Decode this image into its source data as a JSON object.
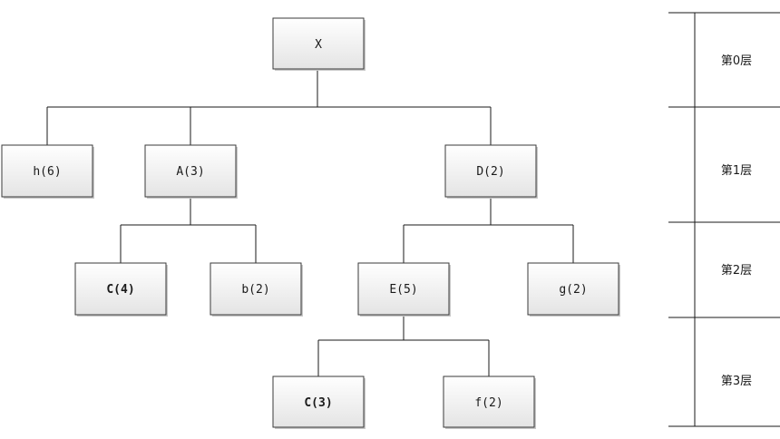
{
  "nodes": {
    "x": "X",
    "h": "h(6)",
    "a": "A(3)",
    "d": "D(2)",
    "c4": "C(4)",
    "b": "b(2)",
    "e": "E(5)",
    "g": "g(2)",
    "c3": "C(3)",
    "f": "f(2)"
  },
  "levels": [
    "第0层",
    "第1层",
    "第2层",
    "第3层"
  ]
}
